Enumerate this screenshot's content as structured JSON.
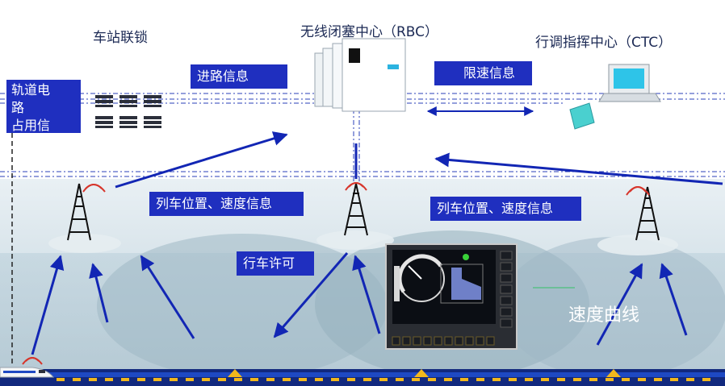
{
  "labels": {
    "station_interlocking": "车站联锁",
    "rbc": "无线闭塞中心（RBC）",
    "ctc": "行调指挥中心（CTC）",
    "track_circuit_line1": "轨道电",
    "track_circuit_line2": "路",
    "track_circuit_line3": "占用信",
    "route_info": "进路信息",
    "speed_limit_info": "限速信息",
    "train_pos_left": "列车位置、速度信息",
    "train_pos_right": "列车位置、速度信息",
    "movement_authority": "行车许可",
    "speed_curve": "速度曲线"
  },
  "colors": {
    "label_box": "#1f2fbf",
    "arrow": "#1226b4",
    "sky": "#dfe9ef",
    "rail": "#1a3aa0",
    "marker": "#f2b81c"
  }
}
